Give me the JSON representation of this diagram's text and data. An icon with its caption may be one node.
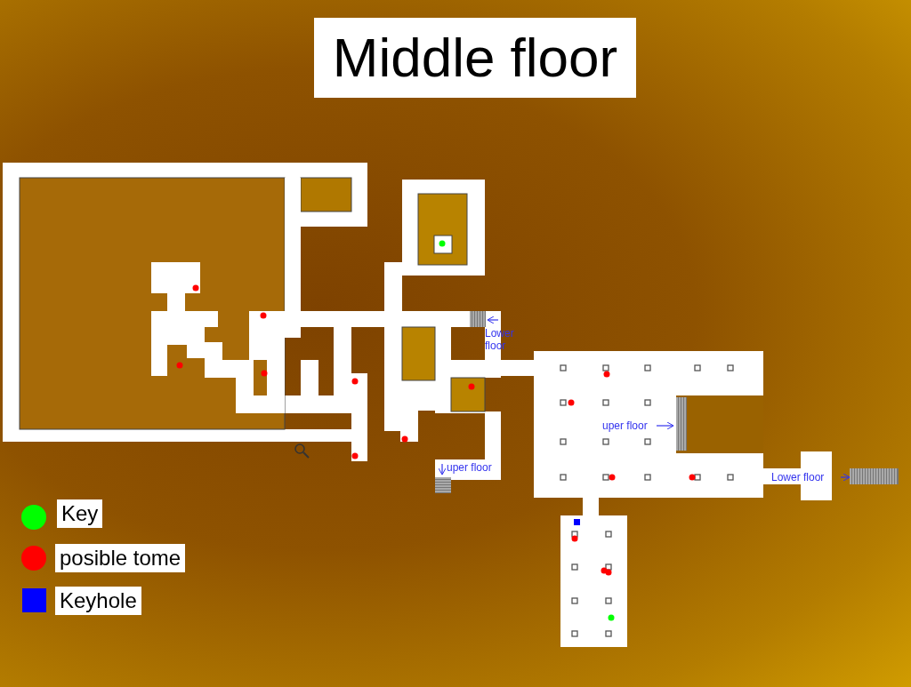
{
  "diagram": {
    "title": "Middle floor",
    "labels": [
      "Lower floor",
      "uper floor",
      "uper floor",
      "Lower floor"
    ],
    "legend": [
      {
        "text": "Key",
        "color": "#00ff00"
      },
      {
        "text": "posible tome",
        "color": "#ff0000"
      },
      {
        "text": "Keyhole",
        "color": "#0000ff"
      }
    ]
  }
}
